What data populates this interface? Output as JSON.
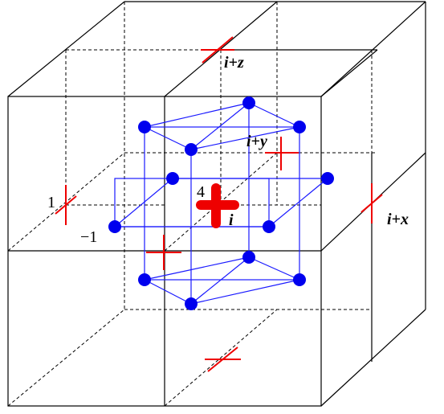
{
  "colors": {
    "frame": "#000000",
    "lattice": "#1a1aff",
    "node": "#0000ee",
    "marker": "#ee0000",
    "background": "#ffffff"
  },
  "labels": {
    "i_plus_z": "i+z",
    "i_plus_y": "i+y",
    "i_plus_x": "i+x",
    "i": "i",
    "four": "4",
    "one": "1",
    "minus_one": "−1"
  }
}
